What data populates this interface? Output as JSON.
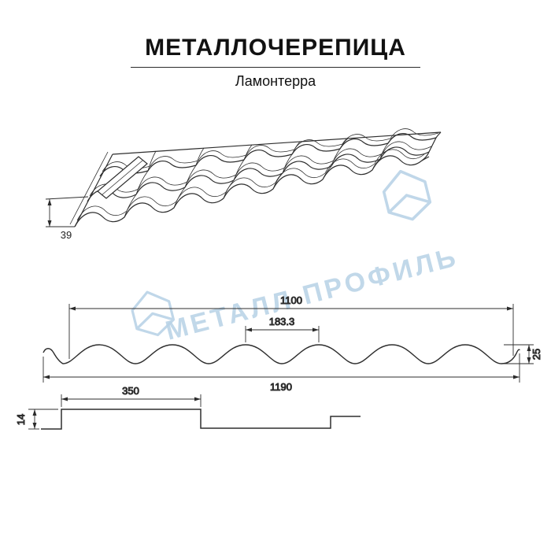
{
  "header": {
    "title": "МЕТАЛЛОЧЕРЕПИЦА",
    "subtitle": "Ламонтерра"
  },
  "watermark": {
    "text": "МЕТАЛЛ ПРОФИЛЬ",
    "color": "#b9d3e7"
  },
  "perspective": {
    "height_label": "39"
  },
  "cross_section": {
    "working_width": "1100",
    "wave_pitch": "183.3",
    "profile_height": "25",
    "total_width": "1190"
  },
  "longitudinal": {
    "module_length": "350",
    "step_height": "14"
  }
}
